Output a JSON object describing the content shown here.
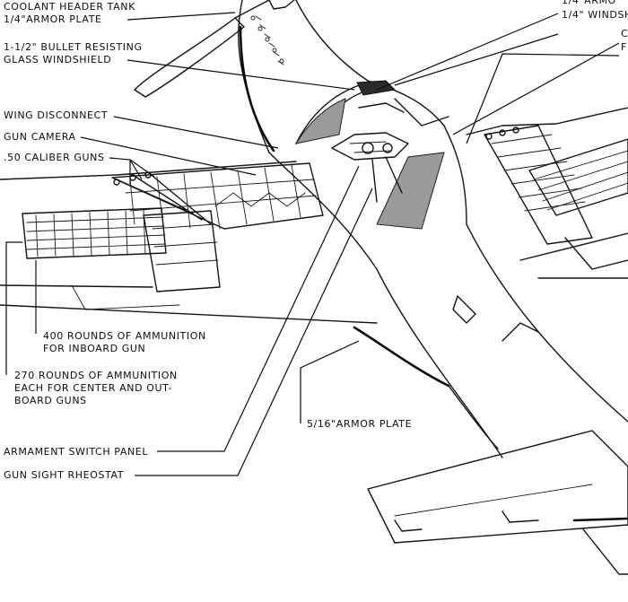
{
  "callouts": [
    {
      "id": "coolant",
      "lines": [
        "COOLANT HEADER TANK",
        "1/4\"ARMOR PLATE"
      ]
    },
    {
      "id": "glass",
      "lines": [
        "1-1/2\" BULLET RESISTING",
        "GLASS WINDSHIELD"
      ]
    },
    {
      "id": "wing_disconnect",
      "lines": [
        "WING DISCONNECT"
      ]
    },
    {
      "id": "gun_camera",
      "lines": [
        "GUN CAMERA"
      ]
    },
    {
      "id": "cal50",
      "lines": [
        ".50 CALIBER GUNS"
      ]
    },
    {
      "id": "ammo400",
      "lines": [
        "400 ROUNDS OF AMMUNITION",
        "FOR INBOARD GUN"
      ]
    },
    {
      "id": "ammo270",
      "lines": [
        "270 ROUNDS OF AMMUNITION",
        "EACH FOR CENTER AND OUT-",
        "BOARD GUNS"
      ]
    },
    {
      "id": "armor516",
      "lines": [
        "5/16\"ARMOR PLATE"
      ]
    },
    {
      "id": "switch_panel",
      "lines": [
        "ARMAMENT SWITCH PANEL"
      ]
    },
    {
      "id": "rheostat",
      "lines": [
        "GUN SIGHT RHEOSTAT"
      ]
    },
    {
      "id": "top_right_armor",
      "lines": [
        "1/4\"ARMO"
      ]
    },
    {
      "id": "windshield_right",
      "lines": [
        "1/4\" WINDSHI"
      ]
    },
    {
      "id": "edge_c",
      "lines": [
        "C"
      ]
    },
    {
      "id": "edge_f",
      "lines": [
        "F"
      ]
    }
  ]
}
